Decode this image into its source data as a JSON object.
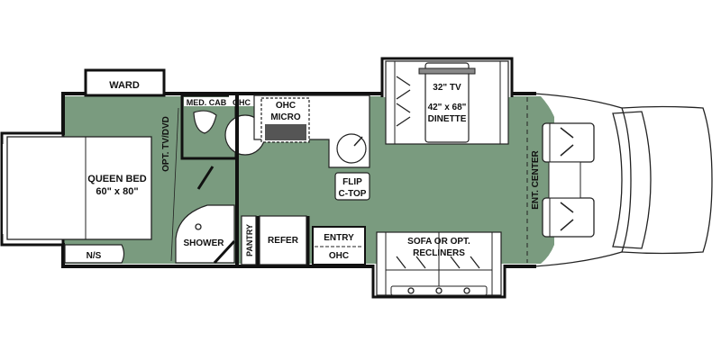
{
  "colors": {
    "floor": "#7a9b7f",
    "wall": "#111111",
    "fixture": "#ffffff",
    "background": "#ffffff"
  },
  "labels": {
    "ward": "WARD",
    "queen_bed_line1": "QUEEN BED",
    "queen_bed_line2": "60\" x 80\"",
    "ns": "N/S",
    "opt_tv_dvd": "OPT. TV/DVD",
    "med_cab": "MED. CAB",
    "ohc_bath": "OHC",
    "ohc_micro_top": "OHC",
    "micro": "MICRO",
    "flip_line1": "FLIP",
    "flip_line2": "C-TOP",
    "shower": "SHOWER",
    "pantry": "PANTRY",
    "refer": "REFER",
    "entry": "ENTRY",
    "ohc_entry": "OHC",
    "tv": "32\" TV",
    "dinette_line1": "42\" x 68\"",
    "dinette_line2": "DINETTE",
    "sofa_line1": "SOFA OR OPT.",
    "sofa_line2": "RECLINERS",
    "ent_center": "ENT. CENTER"
  }
}
